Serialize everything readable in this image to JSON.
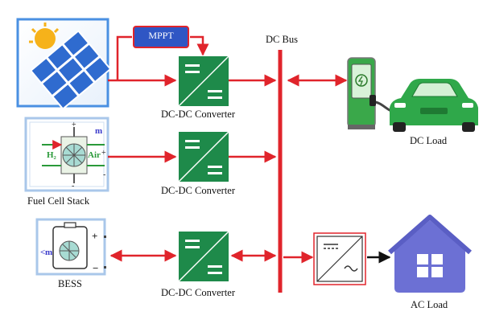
{
  "diagram": {
    "components": {
      "pv_array": {
        "icon": "solar-panel-icon"
      },
      "mppt": {
        "label": "MPPT",
        "fill": "#2f56c4"
      },
      "converters": [
        {
          "label": "DC-DC Converter"
        },
        {
          "label": "DC-DC Converter"
        },
        {
          "label": "DC-DC Converter"
        }
      ],
      "fuel_cell": {
        "label": "Fuel Cell Stack",
        "hydrogen": "H₂",
        "air": "Air",
        "mass_port": "m",
        "plus": "+",
        "minus": "-"
      },
      "bess": {
        "label": "BESS",
        "mass_port": "m",
        "plus": "+",
        "minus": "−"
      },
      "dc_bus": {
        "label": "DC Bus"
      },
      "ev_charger": {
        "icon": "ev-charger-icon"
      },
      "car": {
        "icon": "electric-car-icon"
      },
      "dc_load": {
        "label": "DC Load"
      },
      "inverter": {
        "icon": "inverter-icon"
      },
      "house": {
        "icon": "house-icon"
      },
      "ac_load": {
        "label": "AC Load"
      }
    },
    "colors": {
      "line": "#e0242b",
      "bus": "#e0242b",
      "converter": "#1e8a4a",
      "mppt": "#2f56c4",
      "panel_frame": "#4a90e2",
      "charger": "#3aa84a",
      "car": "#2fa84a",
      "house": "#6c70d4"
    }
  }
}
